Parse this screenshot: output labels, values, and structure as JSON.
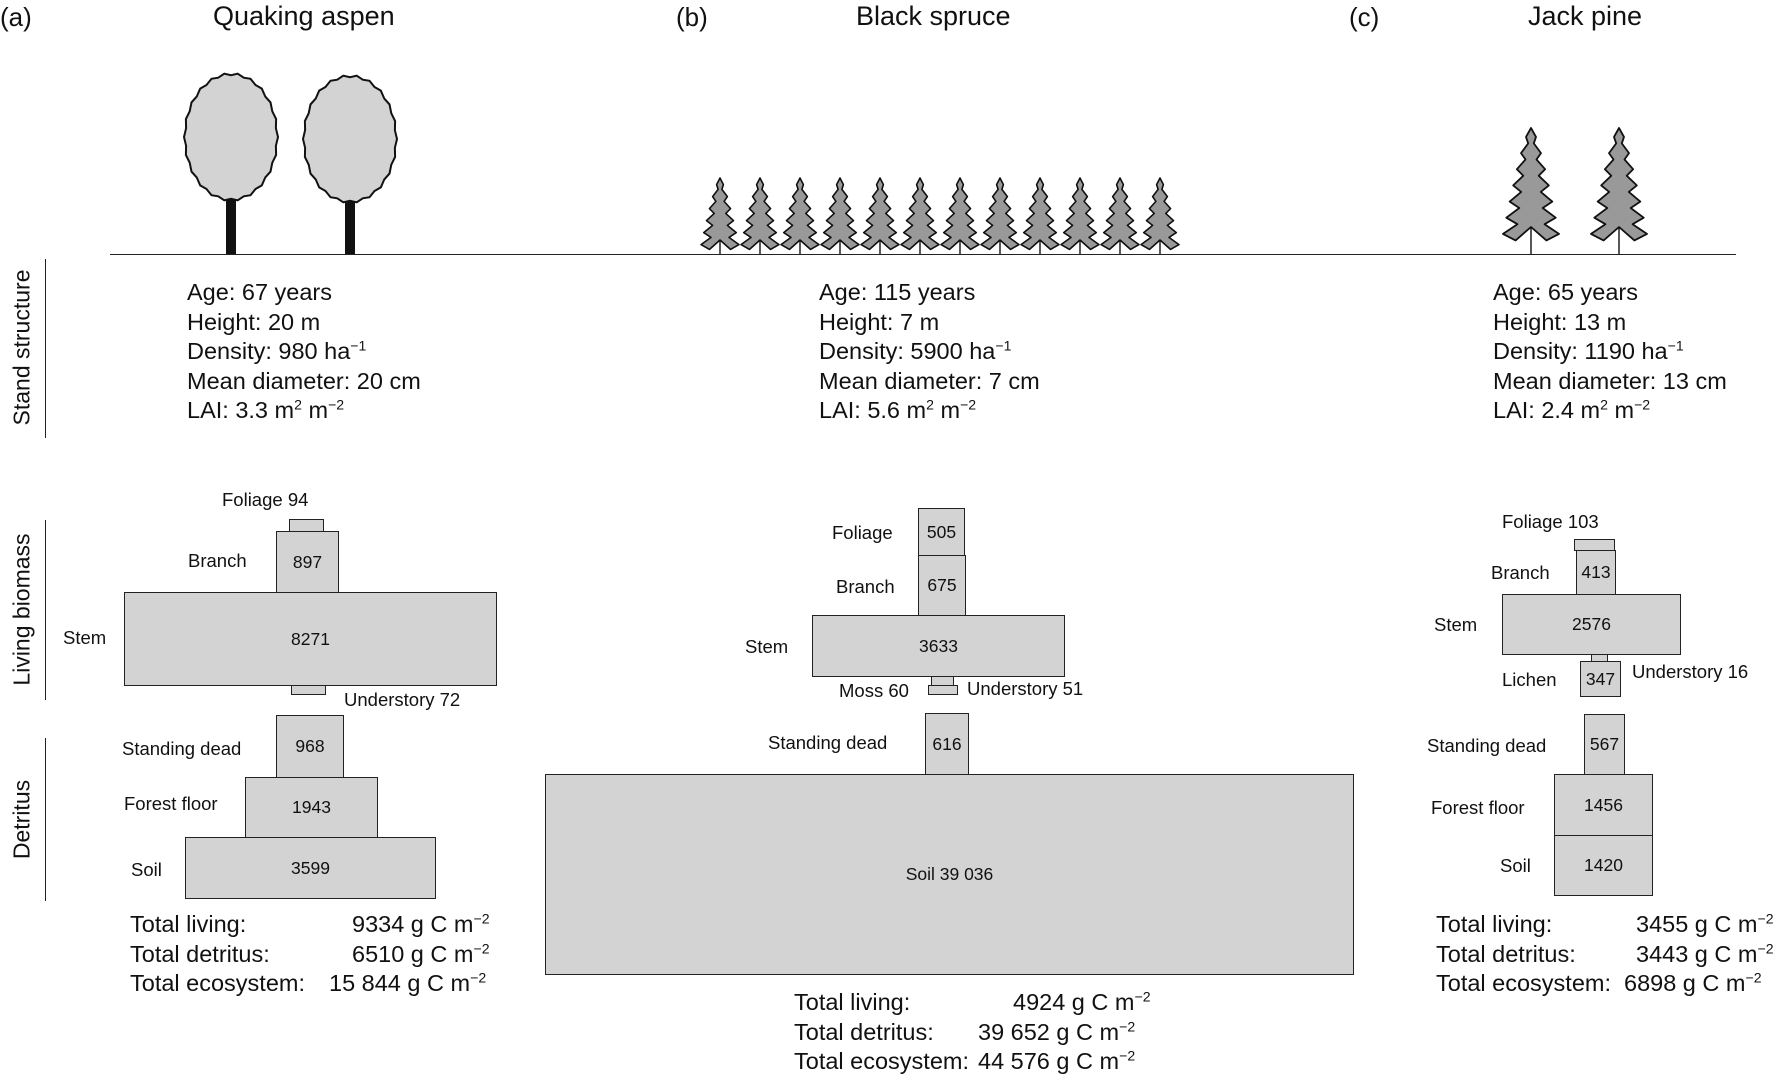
{
  "side_labels": {
    "stand": "Stand structure",
    "biomass": "Living biomass",
    "detritus": "Detritus"
  },
  "panels": [
    {
      "letter": "(a)",
      "title": "Quaking aspen",
      "icon": "deciduous-tree-icon",
      "tree_count": 2,
      "stand": {
        "age": "Age: 67 years",
        "height": "Height: 20 m",
        "density": "Density: 980 ha",
        "density_sup": "−1",
        "diameter": "Mean diameter: 20 cm",
        "lai": "LAI: 3.3 m",
        "lai_sup1": "2",
        "lai_mid": " m",
        "lai_sup2": "−2"
      },
      "pools": {
        "foliage": {
          "label": "Foliage 94",
          "value": 94
        },
        "branch": {
          "label": "Branch",
          "value": 897,
          "text": "897"
        },
        "stem": {
          "label": "Stem",
          "value": 8271,
          "text": "8271"
        },
        "understory": {
          "label": "Understory 72",
          "value": 72
        },
        "standing_dead": {
          "label": "Standing dead",
          "value": 968,
          "text": "968"
        },
        "forest_floor": {
          "label": "Forest floor",
          "value": 1943,
          "text": "1943"
        },
        "soil": {
          "label": "Soil",
          "value": 3599,
          "text": "3599"
        }
      },
      "totals": {
        "living_label": "Total living:",
        "living": "9334 g C m",
        "detritus_label": "Total detritus:",
        "detritus": "6510 g C m",
        "ecosystem_label": "Total ecosystem:",
        "ecosystem": "15 844 g C m",
        "unit_sup": "−2"
      }
    },
    {
      "letter": "(b)",
      "title": "Black spruce",
      "icon": "conifer-tree-icon",
      "tree_count": 12,
      "stand": {
        "age": "Age: 115 years",
        "height": "Height: 7 m",
        "density": "Density: 5900 ha",
        "density_sup": "−1",
        "diameter": "Mean diameter: 7 cm",
        "lai": "LAI: 5.6 m",
        "lai_sup1": "2",
        "lai_mid": " m",
        "lai_sup2": "−2"
      },
      "pools": {
        "foliage": {
          "label": "Foliage",
          "value": 505,
          "text": "505"
        },
        "branch": {
          "label": "Branch",
          "value": 675,
          "text": "675"
        },
        "stem": {
          "label": "Stem",
          "value": 3633,
          "text": "3633"
        },
        "moss": {
          "label": "Moss 60",
          "value": 60
        },
        "understory": {
          "label": "Understory 51",
          "value": 51
        },
        "standing_dead": {
          "label": "Standing dead",
          "value": 616,
          "text": "616"
        },
        "soil": {
          "label": "Soil 39 036",
          "value": 39036
        }
      },
      "totals": {
        "living_label": "Total living:",
        "living": "4924 g C m",
        "detritus_label": "Total detritus:",
        "detritus": "39 652 g C m",
        "ecosystem_label": "Total ecosystem:",
        "ecosystem": "44 576 g C m",
        "unit_sup": "−2"
      }
    },
    {
      "letter": "(c)",
      "title": "Jack pine",
      "icon": "pine-tree-icon",
      "tree_count": 2,
      "stand": {
        "age": "Age: 65 years",
        "height": "Height: 13 m",
        "density": "Density: 1190 ha",
        "density_sup": "−1",
        "diameter": "Mean diameter: 13 cm",
        "lai": "LAI: 2.4 m",
        "lai_sup1": "2",
        "lai_mid": " m",
        "lai_sup2": "−2"
      },
      "pools": {
        "foliage": {
          "label": "Foliage 103",
          "value": 103
        },
        "branch": {
          "label": "Branch",
          "value": 413,
          "text": "413"
        },
        "stem": {
          "label": "Stem",
          "value": 2576,
          "text": "2576"
        },
        "understory": {
          "label": "Understory 16",
          "value": 16
        },
        "lichen": {
          "label": "Lichen",
          "value": 347,
          "text": "347"
        },
        "standing_dead": {
          "label": "Standing dead",
          "value": 567,
          "text": "567"
        },
        "forest_floor": {
          "label": "Forest floor",
          "value": 1456,
          "text": "1456"
        },
        "soil": {
          "label": "Soil",
          "value": 1420,
          "text": "1420"
        }
      },
      "totals": {
        "living_label": "Total living:",
        "living": "3455 g C m",
        "detritus_label": "Total detritus:",
        "detritus": "3443 g C m",
        "ecosystem_label": "Total ecosystem:",
        "ecosystem": "6898 g C m",
        "unit_sup": "−2"
      }
    }
  ],
  "colors": {
    "box_fill": "#d3d3d3",
    "box_stroke": "#222222",
    "tree_fill": "#999999",
    "crown_fill": "#d3d3d3",
    "trunk": "#111111"
  }
}
